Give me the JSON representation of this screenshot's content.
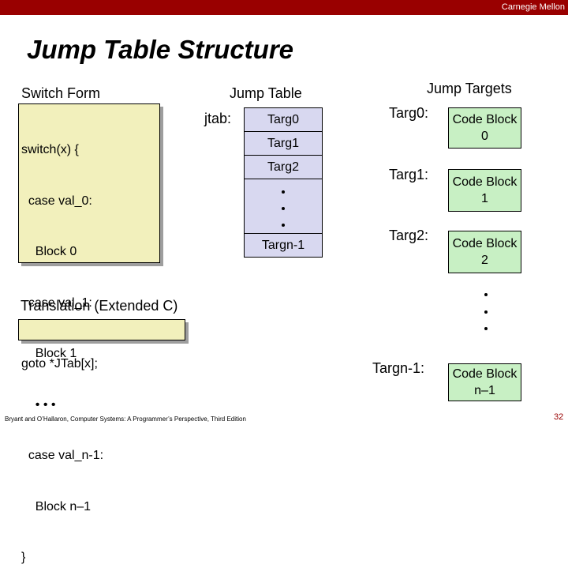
{
  "header": {
    "brand": "Carnegie Mellon"
  },
  "slide": {
    "title": "Jump Table Structure",
    "switch_form": {
      "heading": "Switch Form",
      "lines": [
        "switch(x) {",
        "  case val_0:",
        "    Block 0",
        "  case val_1:",
        "    Block 1",
        "    • • •",
        "  case val_n-1:",
        "    Block n–1",
        "}"
      ]
    },
    "jump_table": {
      "heading": "Jump Table",
      "label": "jtab:",
      "entries": [
        "Targ0",
        "Targ1",
        "Targ2"
      ],
      "last_entry": "Targn-1"
    },
    "jump_targets": {
      "heading": "Jump Targets",
      "targets": [
        {
          "label": "Targ0:",
          "block_line1": "Code Block",
          "block_line2": "0"
        },
        {
          "label": "Targ1:",
          "block_line1": "Code Block",
          "block_line2": "1"
        },
        {
          "label": "Targ2:",
          "block_line1": "Code Block",
          "block_line2": "2"
        },
        {
          "label": "Targn-1:",
          "block_line1": "Code Block",
          "block_line2": "n–1"
        }
      ]
    },
    "translation": {
      "heading": "Translation (Extended C)",
      "code": "goto *JTab[x];"
    }
  },
  "footer": {
    "citation": "Bryant and O’Hallaron, Computer Systems: A Programmer’s Perspective, Third Edition",
    "page_number": "32"
  },
  "colors": {
    "brand_bar": "#990000",
    "code_box": "#f2f0bc",
    "jump_table": "#d8d8f0",
    "code_block": "#c8f0c4"
  }
}
